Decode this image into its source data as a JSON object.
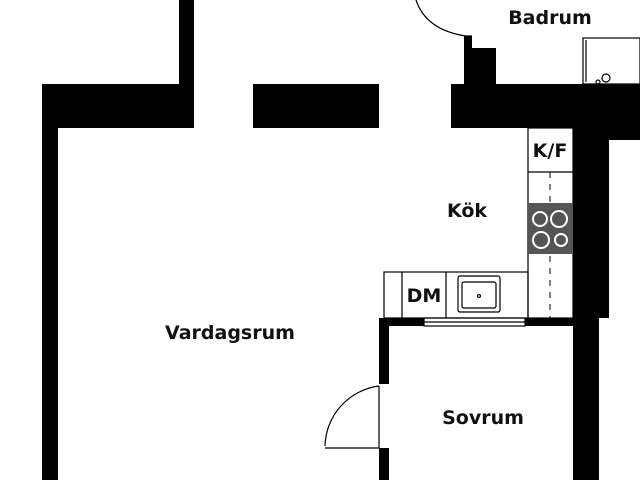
{
  "rooms": {
    "bathroom": "Badrum",
    "kitchen": "Kök",
    "living_room": "Vardagsrum",
    "bedroom": "Sovrum"
  },
  "fixtures": {
    "fridge_freezer": "K/F",
    "dishwasher": "DM"
  },
  "colors": {
    "wall": "#000000",
    "cooktop": "#555555",
    "background": "#ffffff"
  }
}
